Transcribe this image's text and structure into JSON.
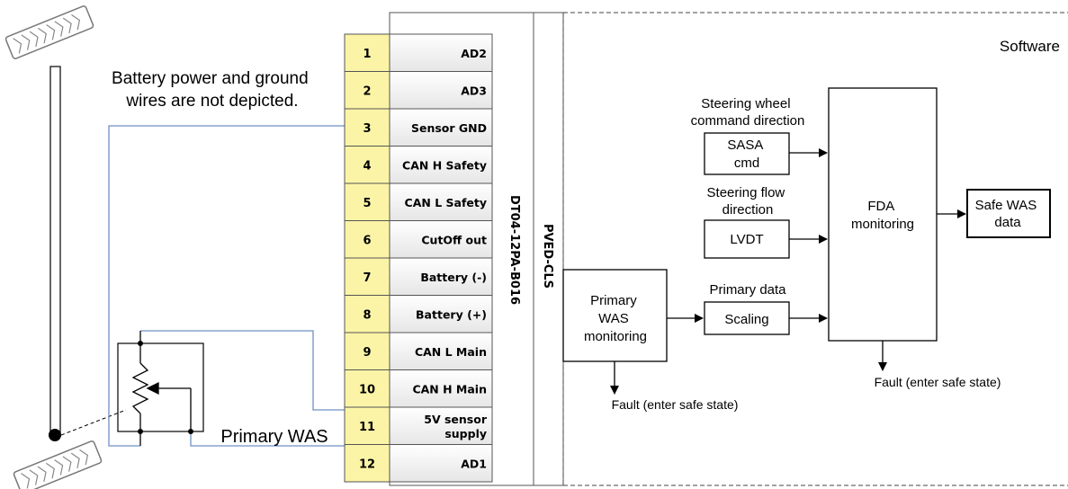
{
  "note": [
    "Battery power and ground",
    "wires are not depicted."
  ],
  "software_label": "Software",
  "connector": {
    "part_number": "DT04-12PA-B016",
    "module_label": "PVED-CLS",
    "pins": [
      {
        "number": "1",
        "label": [
          "AD2"
        ]
      },
      {
        "number": "2",
        "label": [
          "AD3"
        ]
      },
      {
        "number": "3",
        "label": [
          "Sensor GND"
        ]
      },
      {
        "number": "4",
        "label": [
          "CAN H Safety"
        ]
      },
      {
        "number": "5",
        "label": [
          "CAN L Safety"
        ]
      },
      {
        "number": "6",
        "label": [
          "CutOff out"
        ]
      },
      {
        "number": "7",
        "label": [
          "Battery (-)"
        ]
      },
      {
        "number": "8",
        "label": [
          "Battery (+)"
        ]
      },
      {
        "number": "9",
        "label": [
          "CAN L Main"
        ]
      },
      {
        "number": "10",
        "label": [
          "CAN H Main"
        ]
      },
      {
        "number": "11",
        "label": [
          "5V sensor",
          "supply"
        ]
      },
      {
        "number": "12",
        "label": [
          "AD1"
        ]
      }
    ]
  },
  "sensor_label": "Primary WAS",
  "blocks": {
    "primary_was_monitoring": [
      "Primary",
      "WAS",
      "monitoring"
    ],
    "scaling": [
      "Scaling"
    ],
    "sasa_cmd": [
      "SASA",
      "cmd"
    ],
    "lvdt": [
      "LVDT"
    ],
    "fda_monitoring": [
      "FDA",
      "monitoring"
    ],
    "safe_was_data": [
      "Safe WAS",
      "data"
    ]
  },
  "captions": {
    "steering_wheel": [
      "Steering wheel",
      "command direction"
    ],
    "steering_flow": [
      "Steering flow",
      "direction"
    ],
    "primary_data": [
      "Primary data"
    ]
  },
  "faults": {
    "primary": "Fault (enter safe state)",
    "fda": "Fault (enter safe state)"
  },
  "colors": {
    "pin_fill": "#fbf4a6",
    "label_fill": "#eeeeee",
    "wire": "#6e90c4"
  }
}
